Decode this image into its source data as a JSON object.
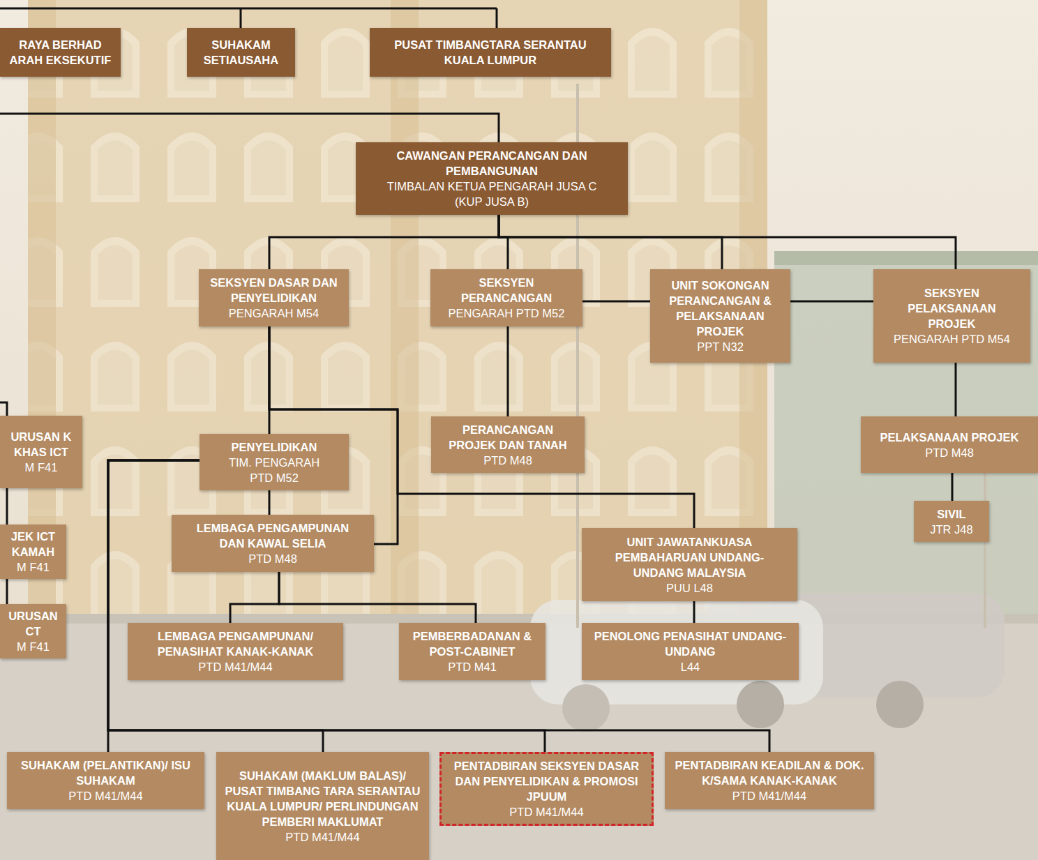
{
  "diagram": {
    "nodes": [
      {
        "text": [
          "RAYA BERHAD ARAH EKSEKUTIF"
        ]
      },
      {
        "text": [
          "SUHAKAM SETIAUSAHA"
        ]
      },
      {
        "text": [
          "PUSAT TIMBANGTARA SERANTAU KUALA LUMPUR"
        ]
      },
      {
        "text": [
          "CAWANGAN PERANCANGAN DAN PEMBANGUNAN",
          "TIMBALAN KETUA PENGARAH JUSA C (KUP JUSA B)"
        ]
      },
      {
        "text": [
          "SEKSYEN DASAR DAN PENYELIDIKAN",
          "PENGARAH M54"
        ]
      },
      {
        "text": [
          "SEKSYEN PERANCANGAN",
          "PENGARAH PTD M52"
        ]
      },
      {
        "text": [
          "UNIT SOKONGAN PERANCANGAN & PELAKSANAAN PROJEK",
          "PPT N32"
        ]
      },
      {
        "text": [
          "SEKSYEN PELAKSANAAN PROJEK",
          "PENGARAH PTD M54"
        ]
      },
      {
        "text": [
          "URUSAN K KHAS ICT",
          "M F41"
        ]
      },
      {
        "text": [
          "PENYELIDIKAN",
          "TIM. PENGARAH PTD M52"
        ]
      },
      {
        "text": [
          "PERANCANGAN PROJEK DAN TANAH",
          "PTD M48"
        ]
      },
      {
        "text": [
          "PELAKSANAAN PROJEK",
          "PTD M48"
        ]
      },
      {
        "text": [
          "JEK ICT KAMAH",
          "M F41"
        ]
      },
      {
        "text": [
          "LEMBAGA PENGAMPUNAN DAN KAWAL SELIA",
          "PTD M48"
        ]
      },
      {
        "text": [
          "SIVIL",
          "JTR J48"
        ]
      },
      {
        "text": [
          "UNIT JAWATANKUASA PEMBAHARUAN UNDANG-UNDANG MALAYSIA",
          "PUU L48"
        ]
      },
      {
        "text": [
          "URUSAN CT",
          "M F41"
        ]
      },
      {
        "text": [
          "LEMBAGA PENGAMPUNAN/ PENASIHAT KANAK-KANAK",
          "PTD M41/M44"
        ]
      },
      {
        "text": [
          "PEMBERBADANAN & POST-CABINET",
          "PTD M41"
        ]
      },
      {
        "text": [
          "PENOLONG PENASIHAT UNDANG-UNDANG",
          "L44"
        ]
      },
      {
        "text": [
          "SUHAKAM (PELANTIKAN)/ ISU SUHAKAM",
          "PTD M41/M44"
        ]
      },
      {
        "text": [
          "SUHAKAM (MAKLUM BALAS)/ PUSAT TIMBANG TARA SERANTAU KUALA LUMPUR/ PERLINDUNGAN PEMBERI MAKLUMAT",
          "PTD M41/M44"
        ]
      },
      {
        "text": [
          "PENTADBIRAN SEKSYEN DASAR DAN PENYELIDIKAN & PROMOSI JPUUM",
          "PTD M41/M44"
        ]
      },
      {
        "text": [
          "PENTADBIRAN KEADILAN & DOK. K/SAMA KANAK-KANAK",
          "PTD M41/M44"
        ]
      }
    ],
    "edges": [
      {
        "from": 3,
        "to": 4,
        "arrow": "none"
      },
      {
        "from": 3,
        "to": 5,
        "arrow": "none"
      },
      {
        "from": 3,
        "to": 6,
        "arrow": "none"
      },
      {
        "from": 3,
        "to": 7,
        "arrow": "none"
      },
      {
        "from": 5,
        "to": 6,
        "arrow": "none"
      },
      {
        "from": 6,
        "to": 7,
        "arrow": "none"
      },
      {
        "from": 5,
        "to": 10,
        "arrow": "none"
      },
      {
        "from": 7,
        "to": 11,
        "arrow": "none"
      },
      {
        "from": 11,
        "to": 14,
        "arrow": "none"
      },
      {
        "from": 4,
        "to": 9,
        "arrow": "none"
      },
      {
        "from": 4,
        "to": 13,
        "arrow": "none"
      },
      {
        "from": 4,
        "to": 15,
        "arrow": "none"
      },
      {
        "from": 9,
        "to": 13,
        "arrow": "none"
      },
      {
        "from": 13,
        "to": 17,
        "arrow": "none"
      },
      {
        "from": 13,
        "to": 18,
        "arrow": "none"
      },
      {
        "from": 15,
        "to": 19,
        "arrow": "none"
      },
      {
        "from": 9,
        "to": 20,
        "arrow": "none"
      },
      {
        "from": 9,
        "to": 21,
        "arrow": "none"
      },
      {
        "from": 9,
        "to": 22,
        "arrow": "none"
      },
      {
        "from": 9,
        "to": 23,
        "arrow": "none"
      },
      {
        "from": 8,
        "to": 12,
        "arrow": "none"
      },
      {
        "from": 12,
        "to": 16,
        "arrow": "none"
      }
    ]
  }
}
